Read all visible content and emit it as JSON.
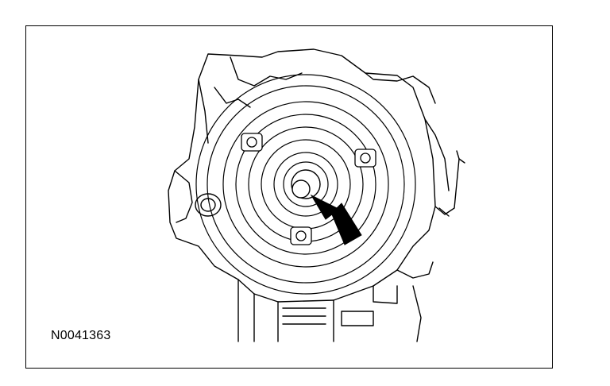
{
  "figure": {
    "id_label": "N0041363",
    "subject": "transmission-bellhousing-torque-converter",
    "callout": "arrow-pointing-to-converter-pilot-hub"
  },
  "colors": {
    "line": "#000000",
    "background": "#ffffff",
    "arrow_fill": "#000000"
  }
}
